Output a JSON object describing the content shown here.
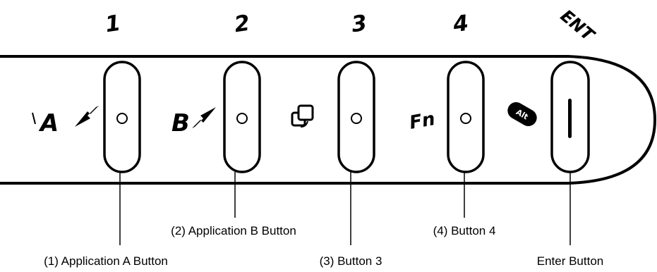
{
  "top_labels": {
    "key1": "1",
    "key2": "2",
    "key3": "3",
    "key4": "4",
    "enter": "ENT"
  },
  "icons": {
    "app_a": "A",
    "app_b": "B",
    "fn": "Fn",
    "alt": "Alt"
  },
  "callouts": {
    "app_a": "(1) Application A Button",
    "app_b": "(2) Application B Button",
    "button3": "(3) Button 3",
    "button4": "(4) Button 4",
    "enter": "Enter Button"
  }
}
